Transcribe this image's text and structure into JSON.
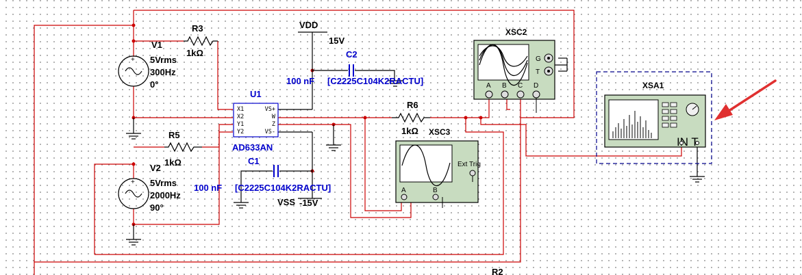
{
  "components": {
    "v1": {
      "ref": "V1",
      "amplitude": "5Vrms",
      "frequency": "300Hz",
      "phase": "0°"
    },
    "v2": {
      "ref": "V2",
      "amplitude": "5Vrms",
      "frequency": "2000Hz",
      "phase": "90°"
    },
    "r3": {
      "ref": "R3",
      "value": "1kΩ"
    },
    "r5": {
      "ref": "R5",
      "value": "1kΩ"
    },
    "r6": {
      "ref": "R6",
      "value": "1kΩ"
    },
    "r2": {
      "ref": "R2"
    },
    "u1": {
      "ref": "U1",
      "part": "AD633AN",
      "pins_left": [
        "X1",
        "X2",
        "Y1",
        "Y2"
      ],
      "pins_right": [
        "VS+",
        "W",
        "Z",
        "VS-"
      ]
    },
    "c1": {
      "ref": "C1",
      "value": "100 nF",
      "part": "[C2225C104K2RACTU]"
    },
    "c2": {
      "ref": "C2",
      "value": "100 nF",
      "part": "[C2225C104K2RACTU]"
    },
    "vdd": {
      "label": "VDD",
      "value": "15V"
    },
    "vss": {
      "label": "VSS",
      "value": "-15V"
    }
  },
  "instruments": {
    "xsc2": {
      "label": "XSC2",
      "side_terms": [
        "G",
        "T"
      ],
      "bottom_terms": [
        "A",
        "B",
        "C",
        "D"
      ]
    },
    "xsc3": {
      "label": "XSC3",
      "trigger": "Ext Trig",
      "channels": [
        "A",
        "B"
      ]
    },
    "xsa1": {
      "label": "XSA1",
      "terms": "IN T"
    }
  },
  "colors": {
    "wire": "#cc0000",
    "component_text": "#0000cc",
    "instrument_body": "#c8dcc0",
    "arrow": "#e03030"
  }
}
